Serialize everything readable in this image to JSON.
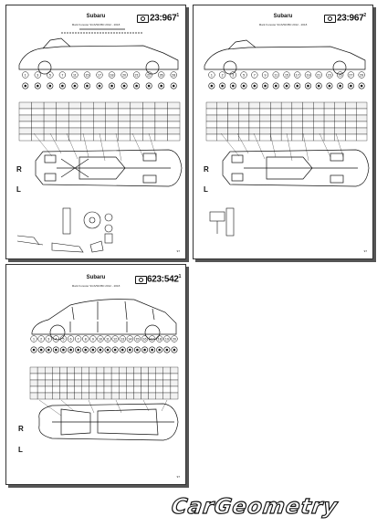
{
  "sheets": [
    {
      "brand": "Subaru",
      "subtitle": "Mark Forester SGS/SK/BD 2012 - 2018",
      "code": "23:967",
      "code_sup": "1",
      "sides": [
        "R",
        "L"
      ],
      "point_row": [
        "1",
        "3",
        "5",
        "7",
        "11",
        "15",
        "17",
        "18",
        "20",
        "21",
        "22",
        "26",
        "28"
      ],
      "page_no": "97"
    },
    {
      "brand": "Subaru",
      "subtitle": "Mark Forester SGS/SK/BD 2012 - 2018",
      "code": "23:967",
      "code_sup": "2",
      "sides": [
        "R",
        "L"
      ],
      "point_row": [
        "1",
        "2",
        "3",
        "5",
        "7",
        "9",
        "11",
        "15",
        "17",
        "19",
        "21",
        "23",
        "25",
        "27",
        "29"
      ],
      "page_no": "97"
    },
    {
      "brand": "Subaru",
      "subtitle": "Mark Forester SGS/SK/BD 2012 - 2018",
      "code": "623:542",
      "code_sup": "1",
      "sides": [
        "R",
        "L"
      ],
      "point_row": [
        "1",
        "2",
        "3",
        "4",
        "5",
        "6",
        "7",
        "8",
        "9",
        "10",
        "11",
        "12",
        "13",
        "14",
        "15",
        "16",
        "17",
        "18",
        "19",
        "20"
      ],
      "page_no": "97"
    }
  ],
  "logo": "CarGeometry"
}
